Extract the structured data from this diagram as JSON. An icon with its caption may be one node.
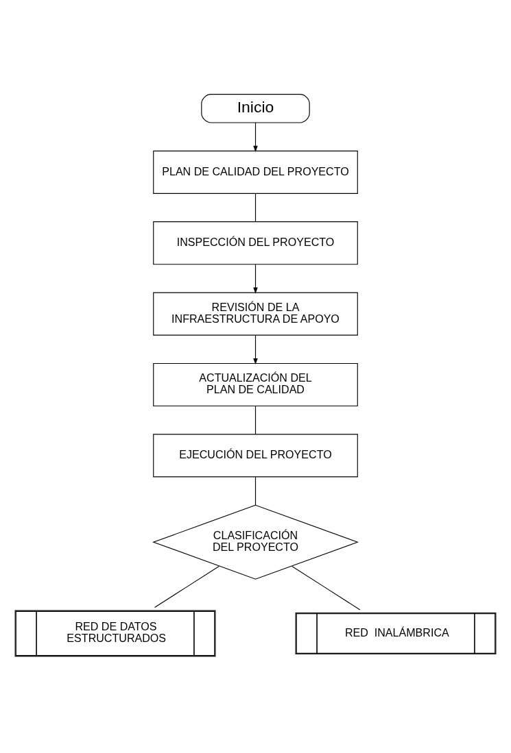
{
  "diagram": {
    "nodes": [
      {
        "text": [
          "Inicio"
        ]
      },
      {
        "text": [
          "PLAN DE CALIDAD DEL PROYECTO"
        ]
      },
      {
        "text": [
          "INSPECCIÓN DEL PROYECTO"
        ]
      },
      {
        "text": [
          "REVISIÓN DE LA INFRAESTRUCTURA DE APOYO"
        ]
      },
      {
        "text": [
          "ACTUALIZACIÓN DEL PLAN DE CALIDAD"
        ]
      },
      {
        "text": [
          "EJECUCIÓN DEL PROYECTO"
        ]
      },
      {
        "text": [
          "CLASIFICACIÓN DEL PROYECTO"
        ]
      },
      {
        "text": [
          "RED DE DATOS ESTRUCTURADOS"
        ]
      },
      {
        "text": [
          "RED  INALÁMBRICA"
        ]
      }
    ],
    "edges": [
      {
        "from": 0,
        "to": 1,
        "arrow": "to"
      },
      {
        "from": 1,
        "to": 2,
        "arrow": "none"
      },
      {
        "from": 2,
        "to": 3,
        "arrow": "to"
      },
      {
        "from": 3,
        "to": 4,
        "arrow": "to"
      },
      {
        "from": 4,
        "to": 5,
        "arrow": "none"
      },
      {
        "from": 5,
        "to": 6,
        "arrow": "none"
      },
      {
        "from": 6,
        "to": 7,
        "arrow": "none"
      },
      {
        "from": 6,
        "to": 8,
        "arrow": "none"
      }
    ]
  }
}
